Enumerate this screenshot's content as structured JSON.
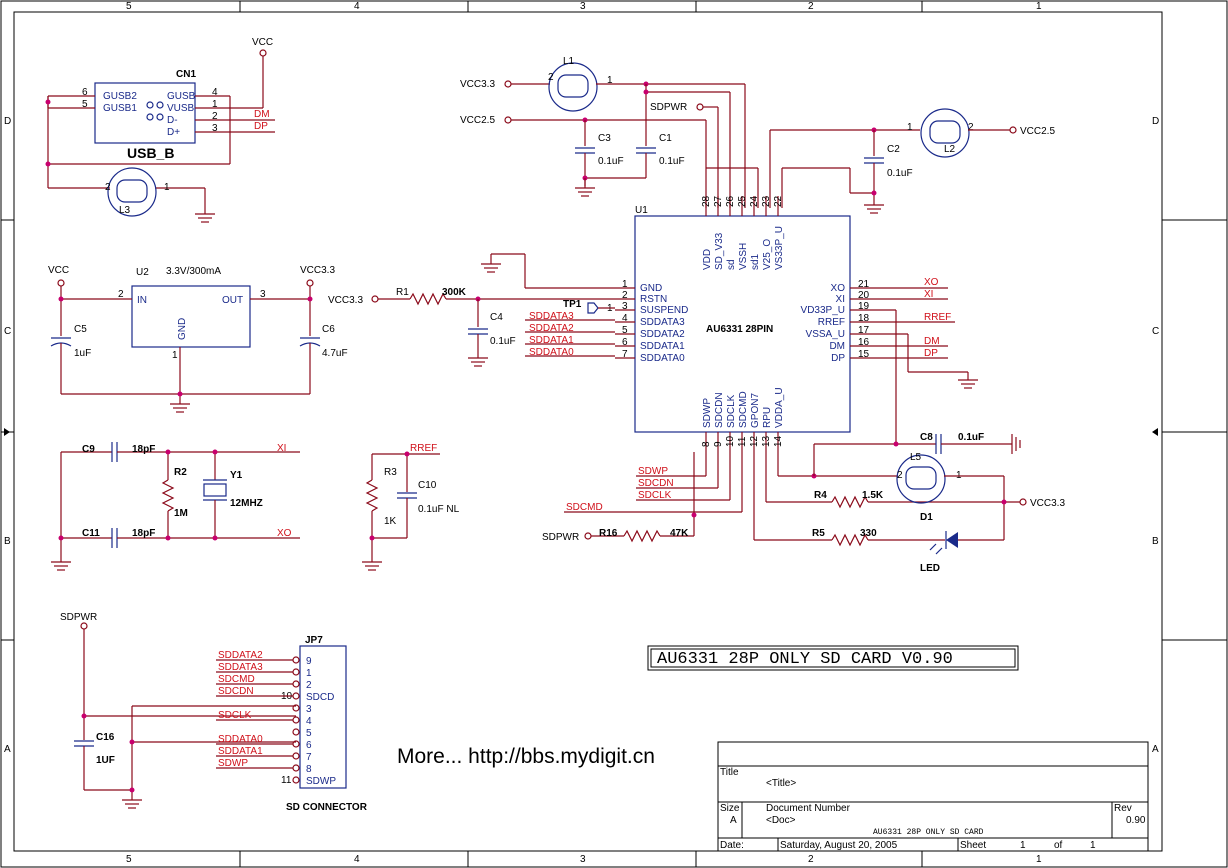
{
  "border": {
    "col_labels": [
      "5",
      "4",
      "3",
      "2",
      "1"
    ],
    "row_labels": [
      "D",
      "C",
      "B",
      "A"
    ]
  },
  "usb": {
    "ref": "CN1",
    "name": "USB_B",
    "pins_left": [
      "GUSB2",
      "GUSB1"
    ],
    "pins_left_nums": [
      "6",
      "5"
    ],
    "pins_right": [
      "GUSB",
      "VUSB",
      "D-",
      "D+"
    ],
    "pins_right_nums": [
      "4",
      "1",
      "2",
      "3"
    ],
    "net_dm": "DM",
    "net_dp": "DP",
    "vcc": "VCC"
  },
  "l3": {
    "ref": "L3",
    "p1": "1",
    "p2": "2"
  },
  "l1": {
    "ref": "L1",
    "p1": "1",
    "p2": "2"
  },
  "l2": {
    "ref": "L2",
    "p1": "1",
    "p2": "2"
  },
  "l5": {
    "ref": "L5",
    "p1": "1",
    "p2": "2"
  },
  "nets": {
    "vcc33": "VCC3.3",
    "vcc25": "VCC2.5",
    "sdpwr": "SDPWR",
    "vcc": "VCC"
  },
  "caps": {
    "c3": {
      "ref": "C3",
      "val": "0.1uF"
    },
    "c1": {
      "ref": "C1",
      "val": "0.1uF"
    },
    "c2": {
      "ref": "C2",
      "val": "0.1uF"
    },
    "c4": {
      "ref": "C4",
      "val": "0.1uF"
    },
    "c5": {
      "ref": "C5",
      "val": "1uF"
    },
    "c6": {
      "ref": "C6",
      "val": "4.7uF"
    },
    "c8": {
      "ref": "C8",
      "val": "0.1uF"
    },
    "c9": {
      "ref": "C9",
      "val": "18pF"
    },
    "c11": {
      "ref": "C11",
      "val": "18pF"
    },
    "c10": {
      "ref": "C10",
      "val": "0.1uF NL"
    },
    "c16": {
      "ref": "C16",
      "val": "1UF"
    }
  },
  "regulator": {
    "ref": "U2",
    "desc": "3.3V/300mA",
    "in": "IN",
    "out": "OUT",
    "gnd": "GND",
    "pin_in": "2",
    "pin_out": "3",
    "pin_gnd": "1"
  },
  "r1": {
    "ref": "R1",
    "val": "300K"
  },
  "r2": {
    "ref": "R2",
    "val": "1M"
  },
  "r3": {
    "ref": "R3",
    "val": "1K"
  },
  "r4": {
    "ref": "R4",
    "val": "1.5K"
  },
  "r5": {
    "ref": "R5",
    "val": "330"
  },
  "r16": {
    "ref": "R16",
    "val": "47K"
  },
  "tp1": {
    "ref": "TP1",
    "p1": "1"
  },
  "y1": {
    "ref": "Y1",
    "val": "12MHZ"
  },
  "d1": {
    "ref": "D1",
    "label": "LED"
  },
  "xtal_nets": {
    "xi": "XI",
    "xo": "XO",
    "rref": "RREF"
  },
  "u1": {
    "ref": "U1",
    "name": "AU6331 28PIN",
    "top_pins": [
      {
        "num": "28",
        "name": "VDD"
      },
      {
        "num": "27",
        "name": "SD_V33"
      },
      {
        "num": "26",
        "name": "sd"
      },
      {
        "num": "25",
        "name": "VSSH"
      },
      {
        "num": "24",
        "name": "sd1"
      },
      {
        "num": "23",
        "name": "V25_O"
      },
      {
        "num": "22",
        "name": "VS33P_U"
      }
    ],
    "left_pins": [
      {
        "num": "1",
        "name": "GND"
      },
      {
        "num": "2",
        "name": "RSTN"
      },
      {
        "num": "3",
        "name": "SUSPEND"
      },
      {
        "num": "4",
        "name": "SDDATA3"
      },
      {
        "num": "5",
        "name": "SDDATA2"
      },
      {
        "num": "6",
        "name": "SDDATA1"
      },
      {
        "num": "7",
        "name": "SDDATA0"
      }
    ],
    "right_pins": [
      {
        "num": "21",
        "name": "XO"
      },
      {
        "num": "20",
        "name": "XI"
      },
      {
        "num": "19",
        "name": "VD33P_U"
      },
      {
        "num": "18",
        "name": "RREF"
      },
      {
        "num": "17",
        "name": "VSSA_U"
      },
      {
        "num": "16",
        "name": "DM"
      },
      {
        "num": "15",
        "name": "DP"
      }
    ],
    "bottom_pins": [
      {
        "num": "8",
        "name": "SDWP"
      },
      {
        "num": "9",
        "name": "SDCDN"
      },
      {
        "num": "10",
        "name": "SDCLK"
      },
      {
        "num": "11",
        "name": "SDCMD"
      },
      {
        "num": "12",
        "name": "GPON7"
      },
      {
        "num": "13",
        "name": "RPU"
      },
      {
        "num": "14",
        "name": "VDDA_U"
      }
    ],
    "left_nets": [
      "SDDATA3",
      "SDDATA2",
      "SDDATA1",
      "SDDATA0"
    ],
    "right_nets": [
      "XO",
      "XI",
      "RREF",
      "DM",
      "DP"
    ],
    "bottom_nets": [
      "SDWP",
      "SDCDN",
      "SDCLK",
      "SDCMD"
    ]
  },
  "jp7": {
    "ref": "JP7",
    "desc": "SD CONNECTOR",
    "pins": [
      {
        "num": "9",
        "net": "SDDATA2"
      },
      {
        "num": "1",
        "net": "SDDATA3"
      },
      {
        "num": "2",
        "net": "SDCMD"
      },
      {
        "num": "SDCD",
        "net": "SDCDN",
        "ext": "10"
      },
      {
        "num": "3",
        "net": ""
      },
      {
        "num": "4",
        "net": "SDCLK"
      },
      {
        "num": "5",
        "net": ""
      },
      {
        "num": "6",
        "net": "SDDATA0"
      },
      {
        "num": "7",
        "net": "SDDATA1"
      },
      {
        "num": "8",
        "net": "SDWP"
      },
      {
        "num": "SDWP",
        "net": "",
        "ext": "11"
      }
    ]
  },
  "banner": "AU6331 28P ONLY SD CARD V0.90",
  "link": "More... http://bbs.mydigit.cn",
  "title_block": {
    "title_label": "Title",
    "title": "<Title>",
    "size_label": "Size",
    "size": "A",
    "docnum_label": "Document Number",
    "docnum": "<Doc>",
    "rev_label": "Rev",
    "rev": "0.90",
    "sub": "AU6331 28P ONLY SD CARD",
    "date_label": "Date:",
    "date": "Saturday, August 20, 2005",
    "sheet_label": "Sheet",
    "sheet": "1",
    "of_label": "of",
    "of": "1"
  }
}
